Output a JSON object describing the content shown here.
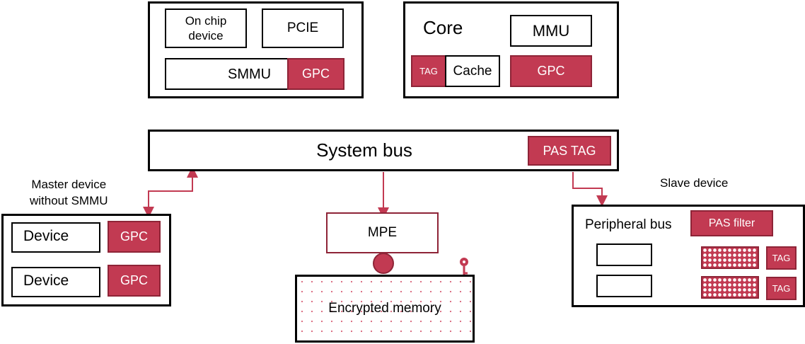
{
  "colors": {
    "accent": "#c23a52",
    "accent_border": "#8e2437",
    "line": "#000000"
  },
  "soc": {
    "on_chip_device": "On chip\ndevice",
    "pcie": "PCIE",
    "smmu": "SMMU",
    "gpc": "GPC"
  },
  "core": {
    "title": "Core",
    "mmu": "MMU",
    "tag": "TAG",
    "cache": "Cache",
    "gpc": "GPC"
  },
  "system_bus": {
    "title": "System bus",
    "pas_tag": "PAS TAG"
  },
  "master": {
    "caption": "Master device\nwithout SMMU",
    "devices": [
      {
        "label": "Device",
        "gpc": "GPC"
      },
      {
        "label": "Device",
        "gpc": "GPC"
      }
    ]
  },
  "mpe": {
    "label": "MPE"
  },
  "memory": {
    "label": "Encrypted memory",
    "icon": "key-icon"
  },
  "slave": {
    "caption": "Slave device",
    "peripheral_bus": "Peripheral bus",
    "pas_filter": "PAS filter",
    "tags": [
      "TAG",
      "TAG"
    ]
  }
}
